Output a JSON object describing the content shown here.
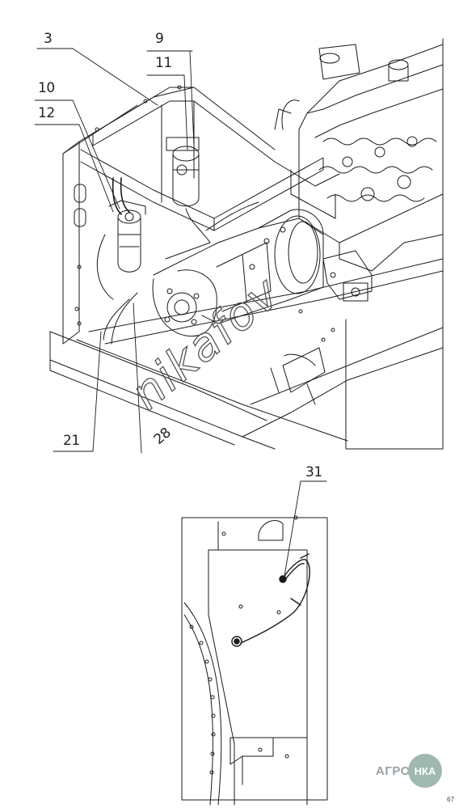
{
  "callouts": {
    "c3": "3",
    "c9": "9",
    "c11": "11",
    "c10": "10",
    "c12": "12",
    "c21": "21",
    "c28": "28",
    "c31": "31"
  },
  "watermark": "nikafov",
  "logo": {
    "text": "АГРО",
    "badge": "НКА"
  },
  "page_mark": "67",
  "colors": {
    "line": "#1a1a1a",
    "logo_badge": "#9fb8b0",
    "logo_text": "#9aa0a6"
  }
}
